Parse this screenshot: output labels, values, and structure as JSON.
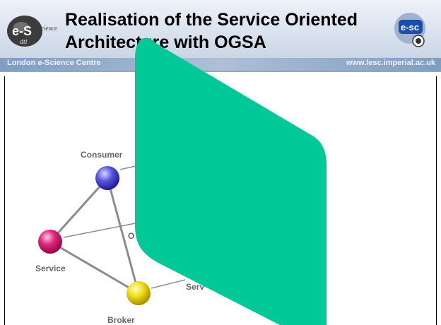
{
  "header": {
    "title_line1": "Realisation of the Service Oriented",
    "title_line2": "Architecture with OGSA",
    "org_name": "London e-Science Centre",
    "url": "www.lesc.imperial.ac.uk",
    "left_logo": {
      "letters": "e-S",
      "script": "cience",
      "sub": "dti"
    },
    "right_logo": {
      "text": "e-sc"
    }
  },
  "diagram": {
    "nodes": [
      {
        "id": "consumer",
        "label": "Consumer",
        "color": "#4a44d6"
      },
      {
        "id": "service",
        "label": "Service",
        "color": "#d6186e"
      },
      {
        "id": "broker",
        "label": "Broker",
        "color": "#e8d000"
      }
    ],
    "link_labels": [
      {
        "id": "ogsa-partial",
        "text": "O"
      },
      {
        "id": "service-partial",
        "text": "Serv"
      }
    ]
  },
  "overlay": {
    "color": "#00c896"
  }
}
